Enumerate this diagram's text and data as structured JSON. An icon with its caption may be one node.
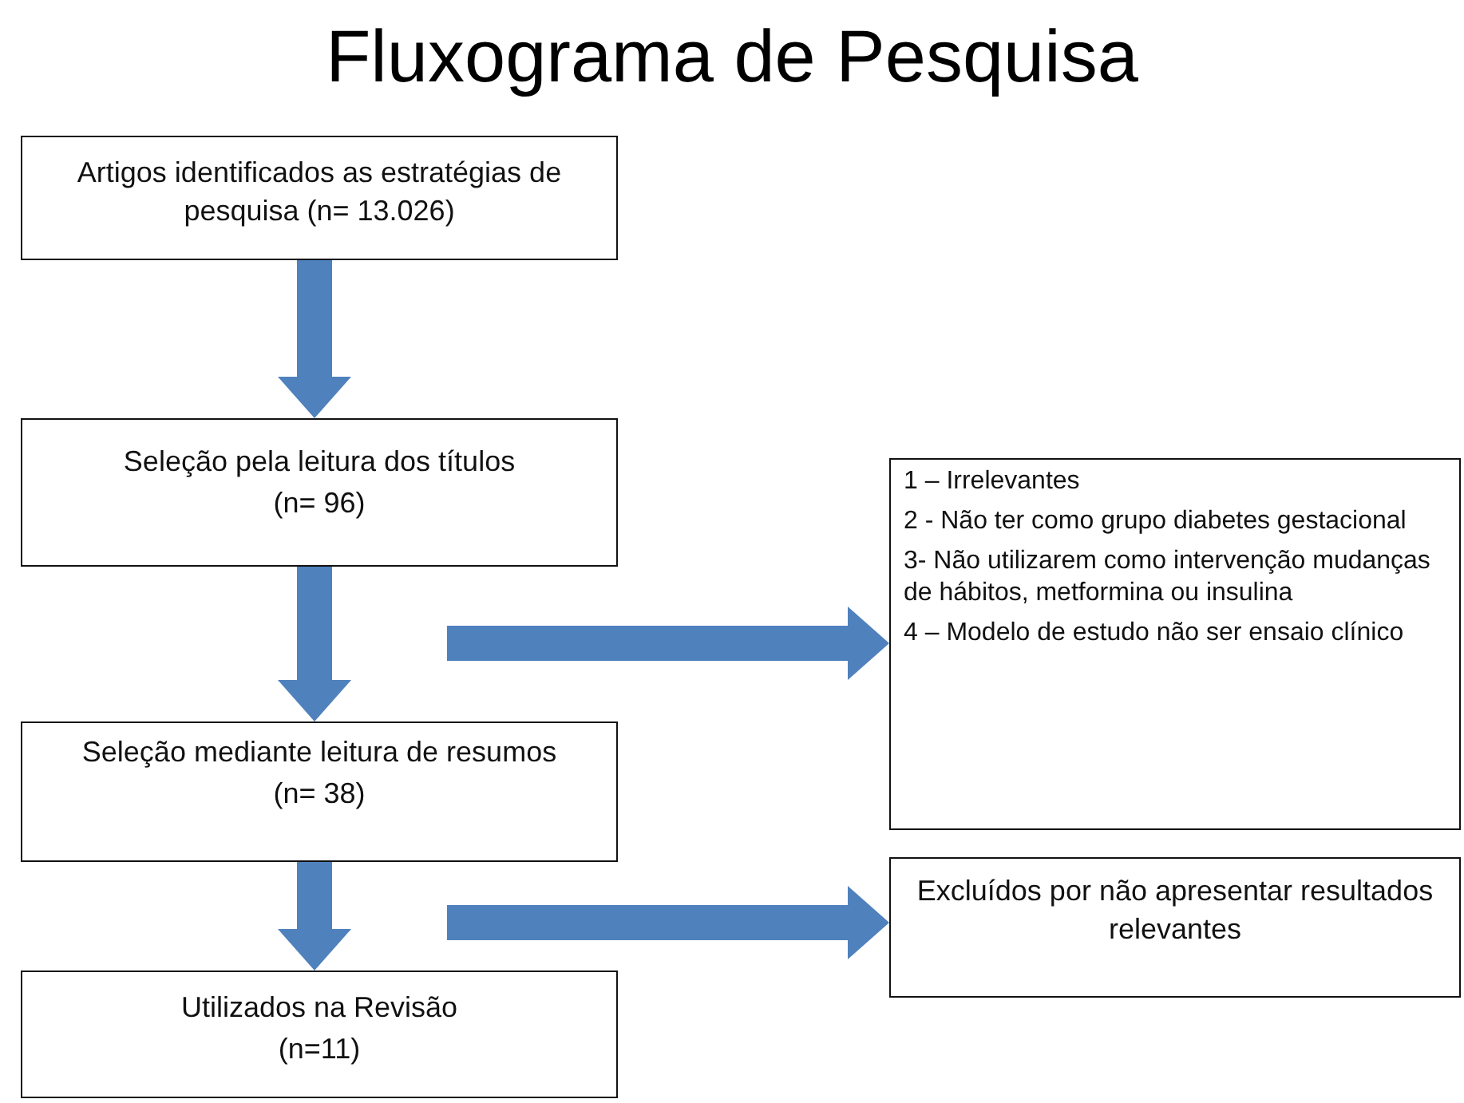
{
  "diagram": {
    "title": "Fluxograma de Pesquisa",
    "nodes": [
      {
        "text": [
          "Artigos identificados as estratégias de pesquisa (n= 13.026)"
        ]
      },
      {
        "text": [
          "Seleção pela leitura dos títulos",
          "(n= 96)"
        ]
      },
      {
        "text": [
          "Seleção mediante leitura de resumos",
          "(n= 38)"
        ]
      },
      {
        "text": [
          "Utilizados na Revisão",
          "(n=11)"
        ]
      },
      {
        "text": [
          "1 – Irrelevantes",
          "2 - Não ter como grupo diabetes gestacional",
          "3- Não utilizarem como intervenção mudanças de hábitos, metformina ou insulina",
          "4 – Modelo de estudo não ser ensaio clínico"
        ]
      },
      {
        "text": [
          "Excluídos por não apresentar resultados relevantes"
        ]
      }
    ],
    "edges": [
      {
        "from": 0,
        "to": 1,
        "arrow": "to"
      },
      {
        "from": 1,
        "to": 2,
        "arrow": "to"
      },
      {
        "from": 2,
        "to": 3,
        "arrow": "to"
      },
      {
        "from": null,
        "to": 4,
        "arrow": "to"
      },
      {
        "from": null,
        "to": 5,
        "arrow": "to"
      }
    ]
  }
}
